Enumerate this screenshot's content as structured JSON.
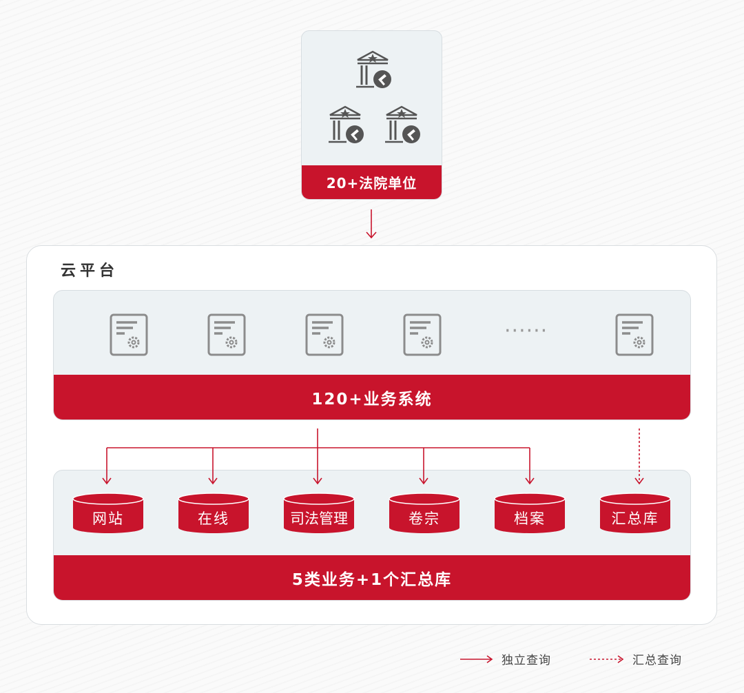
{
  "courts": {
    "label": "20+法院单位"
  },
  "cloud": {
    "title": "云平台"
  },
  "business_systems": {
    "label": "120+业务系统",
    "ellipsis": "······"
  },
  "databases": {
    "label": "5类业务+1个汇总库",
    "items": [
      "网站",
      "在线",
      "司法管理",
      "卷宗",
      "档案",
      "汇总库"
    ]
  },
  "legend": {
    "solid": "独立查询",
    "dashed": "汇总查询"
  },
  "colors": {
    "accent": "#c8142c",
    "panel_bg": "#edf2f4",
    "icon": "#8c8c8c"
  }
}
